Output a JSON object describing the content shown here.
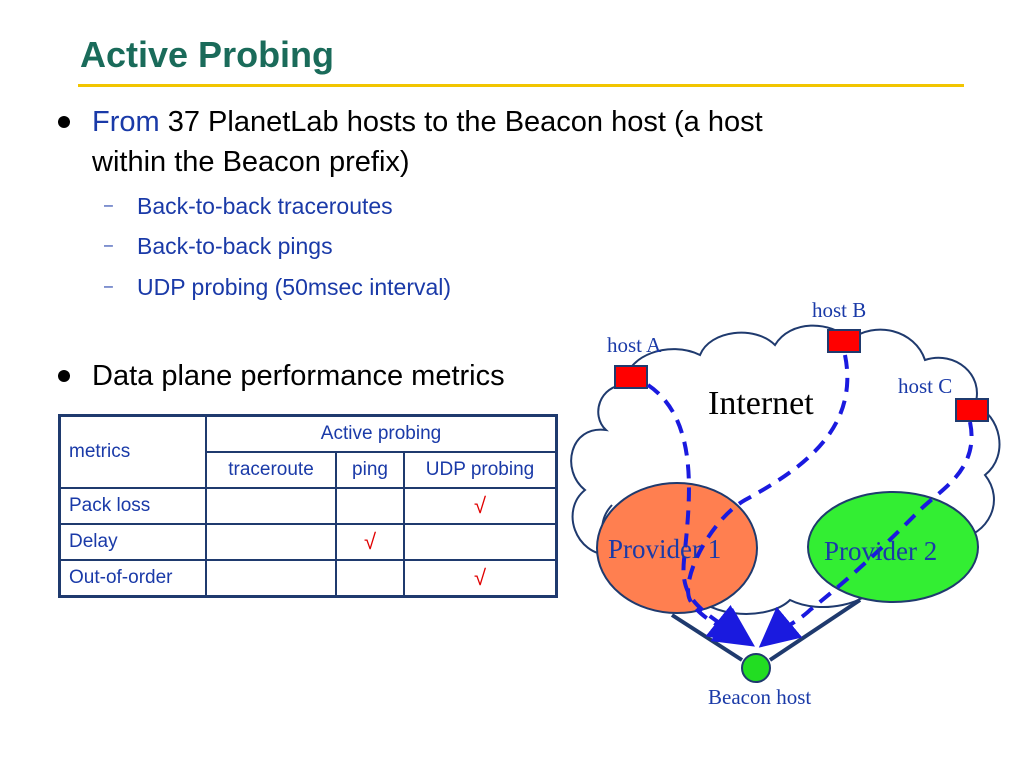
{
  "slide": {
    "title": "Active Probing",
    "bullet1": {
      "prefix": "From",
      "line1": "37 PlanetLab hosts to the Beacon host (a host",
      "line2": "within the Beacon prefix)"
    },
    "subbullets": [
      "Back-to-back traceroutes",
      "Back-to-back pings",
      "UDP probing (50msec interval)"
    ],
    "bullet2": "Data plane performance metrics"
  },
  "table": {
    "corner": "metrics",
    "group_header": "Active probing",
    "columns": [
      "traceroute",
      "ping",
      "UDP probing"
    ],
    "rows": [
      {
        "metric": "Pack loss",
        "traceroute": "",
        "ping": "",
        "udp": "√"
      },
      {
        "metric": "Delay",
        "traceroute": "",
        "ping": "√",
        "udp": ""
      },
      {
        "metric": "Out-of-order",
        "traceroute": "",
        "ping": "",
        "udp": "√"
      }
    ]
  },
  "diagram": {
    "internet_label": "Internet",
    "host_a": "host A",
    "host_b": "host B",
    "host_c": "host C",
    "provider1": "Provider 1",
    "provider2": "Provider 2",
    "beacon": "Beacon host",
    "colors": {
      "host_box": "#ff0000",
      "provider1_fill": "#ff7f50",
      "provider2_fill": "#33ee33",
      "beacon_fill": "#22dd22",
      "path": "#1a1adf",
      "link": "#1f3a6e"
    }
  }
}
